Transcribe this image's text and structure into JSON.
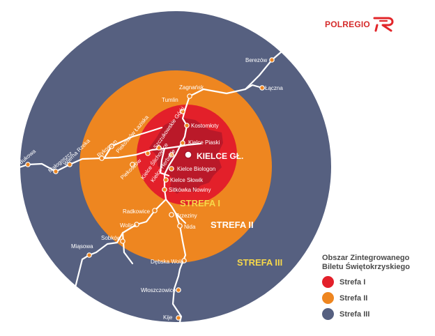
{
  "brand": {
    "name": "POLREGIO",
    "color": "#e2262a"
  },
  "colors": {
    "zone1": "#e3202a",
    "zone2": "#ee8620",
    "zone3": "#566080",
    "line": "#ffffff",
    "station": "#ee8620"
  },
  "zones": {
    "zone1": "STREFA I",
    "zone2": "STREFA II",
    "zone3": "STREFA III"
  },
  "main_station": "KIELCE GŁ.",
  "stations": {
    "bukowa": "Bukowa",
    "malogoszcz": "Małogoszcz",
    "wierna_rzeka": "Wierna Rzeka",
    "rykoszyn": "Rykoszyn",
    "piekoszow_laziska": "Piekoszów Łaziska",
    "piekoszow": "Piekoszów",
    "szczukowskie_gorki": "Szczukowskie Górki",
    "kielce_slichowice": "Kielce Ślichowice",
    "kielce_herbskie": "Kielce Herbskie",
    "zagnansk": "Zagnańsk",
    "tumlin": "Tumlin",
    "kostomloty": "Kostomłoty",
    "kielce_piaski": "Kielce Piaski",
    "kielce_biologon": "Kielce Biologon",
    "kielce_slowik": "Kielce Słowik",
    "sitkowka_nowiny": "Sitkówka Nowiny",
    "berezow": "Berezów",
    "laczna": "Łączna",
    "radkowice": "Radkowice",
    "wolica": "Wolica",
    "brzeziny": "Brzeziny",
    "nida": "Nida",
    "sobkow": "Sobków",
    "miasowa": "Miąsowa",
    "debska_wola": "Dębska Wola",
    "wloszczowice": "Włoszczowice",
    "kije": "Kije"
  },
  "legend": {
    "title_line1": "Obszar Zintegrowanego",
    "title_line2": "Biletu Świętokrzyskiego",
    "items": [
      {
        "label": "Strefa I",
        "color": "#e3202a"
      },
      {
        "label": "Strefa II",
        "color": "#ee8620"
      },
      {
        "label": "Strefa III",
        "color": "#566080"
      }
    ]
  }
}
